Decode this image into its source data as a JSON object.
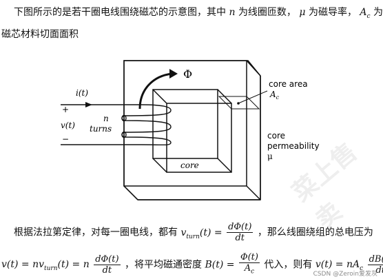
{
  "text": {
    "p1_a": "下图所示的是若干圈电线围绕磁芯的示意图，其中",
    "p1_n": "n",
    "p1_b": "为线圈匝数，",
    "p1_mu": "μ",
    "p1_c": "为磁导率，",
    "p1_Ac": "A",
    "p1_Ac_sub": "c",
    "p1_d": "为",
    "p2": "磁芯材料切面面积",
    "p3_a": "根据法拉第定律，对每一圈电线，都有",
    "p3_lhs": "v",
    "p3_lhs_sub": "turn",
    "p3_lhs2": "(t) =",
    "p3_num": "dΦ(t)",
    "p3_den": "dt",
    "p3_b": "，那么线圈绕组的总电压为",
    "p4_eq1": "v(t) = nv",
    "p4_eq1_sub": "turn",
    "p4_eq1b": "(t) = n",
    "p4_num1": "dΦ(t)",
    "p4_den1": "dt",
    "p4_a": "，将平均磁通密度",
    "p4_B": "B(t) =",
    "p4_num2": "Φ(t)",
    "p4_den2": "A",
    "p4_den2_sub": "c",
    "p4_b": "代入，则有",
    "p4_eq3": "v(t) = nA",
    "p4_eq3_sub": "c",
    "p4_num3": "dB(t)",
    "p4_den3": "dt"
  },
  "figure": {
    "phi": "Φ",
    "current": "i(t)",
    "voltage": "v(t)",
    "plus": "+",
    "minus": "−",
    "n": "n",
    "turns": "turns",
    "core": "core",
    "core_area": "core area",
    "Ac": "A",
    "Ac_sub": "c",
    "core_perm_1": "core",
    "core_perm_2": "permeability",
    "mu": "μ"
  },
  "watermark": "CSDN @Zeroin爱发灰",
  "wm_big": "菜上售卖"
}
